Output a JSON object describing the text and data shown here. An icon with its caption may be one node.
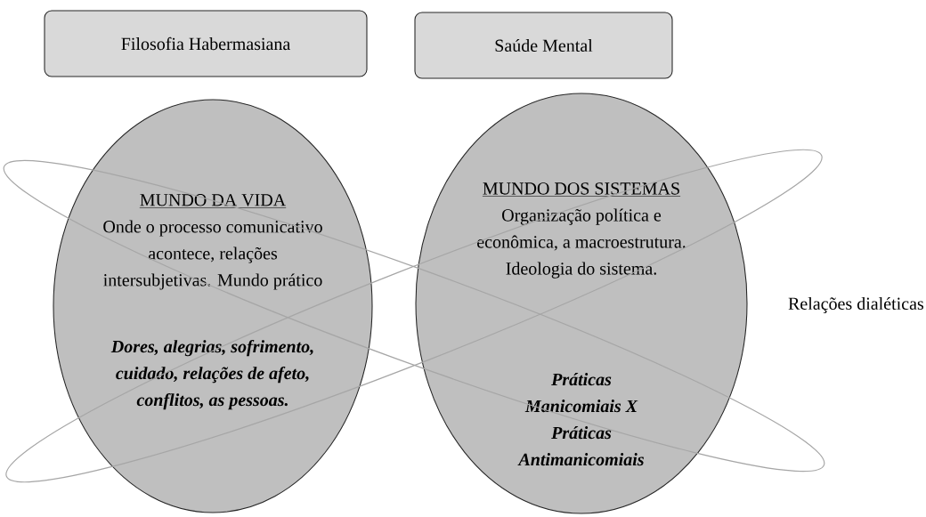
{
  "diagram": {
    "nodes": [
      {
        "text": [
          "Filosofia Habermasiana"
        ]
      },
      {
        "text": [
          "Saúde Mental"
        ]
      },
      {
        "text": [
          "MUNDO DA VIDA",
          "Onde o processo comunicativo acontece, relações intersubjetivas. Mundo prático",
          "Dores, alegrias, sofrimento, cuidado, relações de afeto, conflitos, as pessoas."
        ]
      },
      {
        "text": [
          "MUNDO DOS SISTEMAS",
          "Organização política e econômica, a macroestrutura. Ideologia do sistema.",
          "Práticas Manicomiais X Práticas Antimanicomiais"
        ]
      }
    ],
    "edges": [],
    "labels": [
      "Relações dialéticas"
    ]
  }
}
